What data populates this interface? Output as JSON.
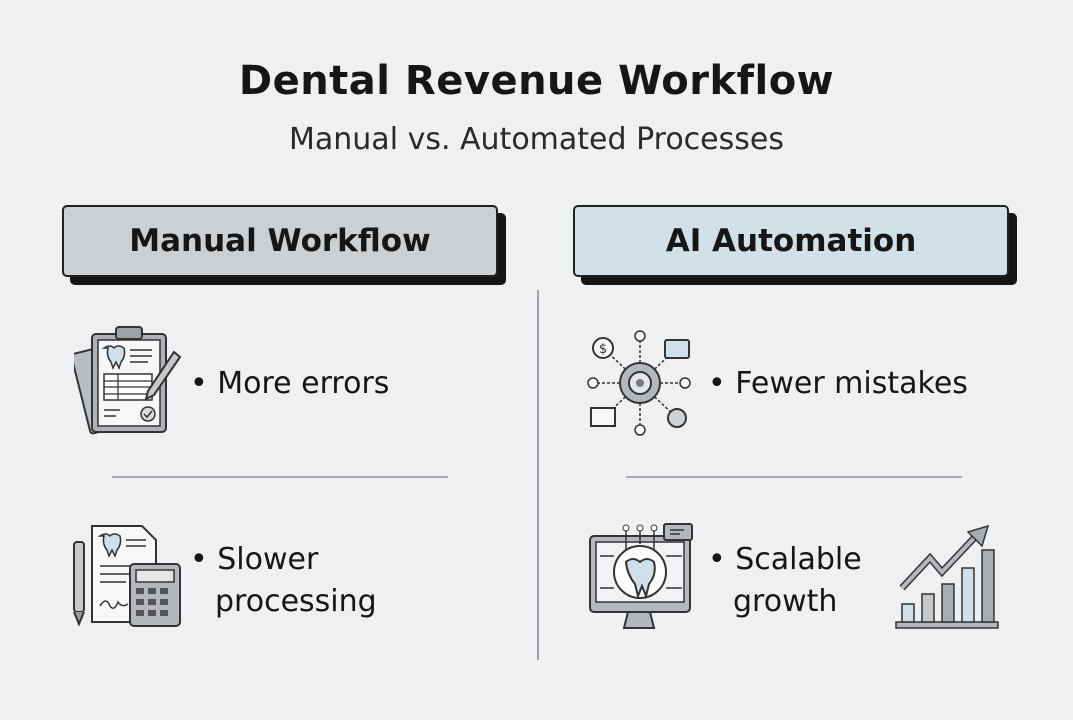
{
  "title": "Dental Revenue Workflow",
  "subtitle": "Manual vs. Automated Processes",
  "manual": {
    "header": "Manual Workflow",
    "items": [
      {
        "bullet": "•",
        "text": "More errors",
        "icon": "clipboard-tooth-icon"
      },
      {
        "bullet": "•",
        "text_line1": "Slower",
        "text_line2": "processing",
        "icon": "document-calculator-icon"
      }
    ]
  },
  "automation": {
    "header": "AI Automation",
    "items": [
      {
        "bullet": "•",
        "text": "Fewer mistakes",
        "icon": "gear-network-icon"
      },
      {
        "bullet": "•",
        "text_line1": "Scalable",
        "text_line2": "growth",
        "icon": "monitor-tooth-icon",
        "extra_icon": "growth-chart-icon"
      }
    ]
  },
  "colors": {
    "background": "#eef0f2",
    "manual_header": "#cdd0d3",
    "ai_header": "#d2e0e8",
    "accent_blue": "#cfe0ea"
  }
}
